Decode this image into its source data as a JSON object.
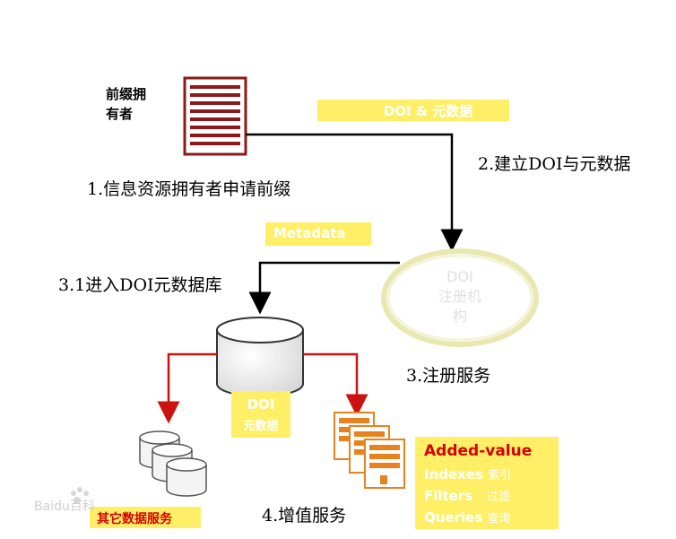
{
  "owner_label_line1": "前缀拥",
  "owner_label_line2": "有者",
  "step1": "1.信息资源拥有者申请前缀",
  "doi_metadata_tag": "DOI & 元数据",
  "step2": "2.建立DOI与元数据",
  "metadata_tag": "Metadata",
  "registry_line1": "DOI",
  "registry_line2": "注册机",
  "registry_line3": "构",
  "step3": "3.注册服务",
  "step31": "3.1进入DOI元数据库",
  "db_label_line1": "DOI",
  "db_label_line2": "元数据",
  "other_services": "其它数据服务",
  "step4": "4.增值服务",
  "added_value": {
    "title": "Added-value",
    "items": [
      {
        "en": "Indexes",
        "zh": "索引"
      },
      {
        "en": "Filters",
        "zh": "过滤"
      },
      {
        "en": "Queries",
        "zh": "查询"
      }
    ]
  },
  "watermark": "Baidu百科",
  "colors": {
    "red_arrow": "#cc1111",
    "yellow": "#ffef66",
    "doc_red": "#8b1a1a",
    "orange_doc": "#e8821e"
  }
}
